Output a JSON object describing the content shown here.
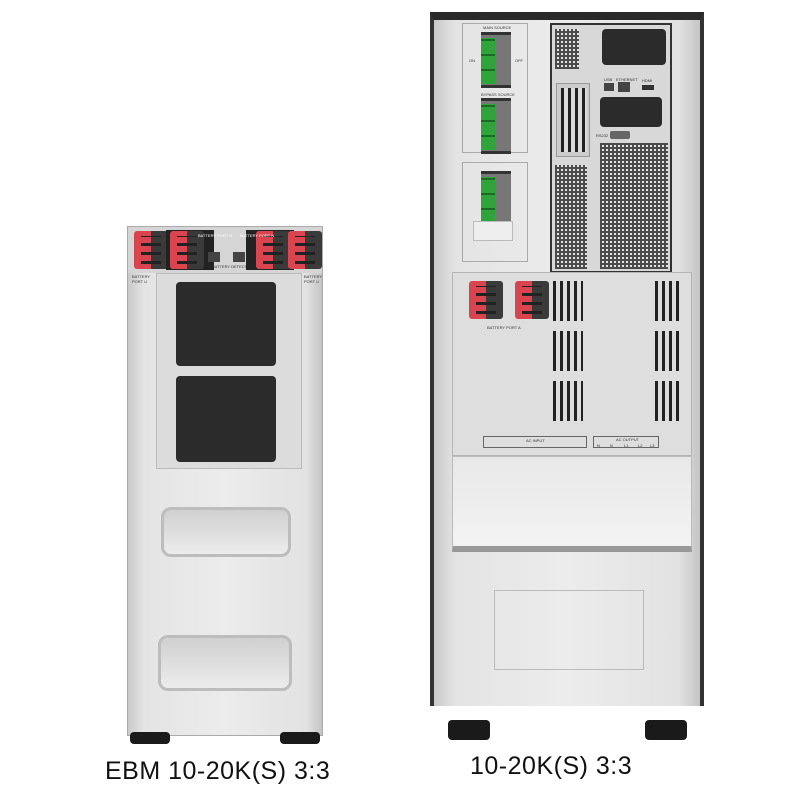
{
  "ebm": {
    "caption": "EBM 10-20K(S) 3:3",
    "labels": {
      "port_u": "BATTERY PORT U",
      "port_n": "BATTERY PORT N",
      "detect": "BATTERY DETECT"
    }
  },
  "ups": {
    "caption": "10-20K(S) 3:3",
    "breakers": {
      "main": "MAIN SOURCE",
      "bypass": "BYPASS SOURCE",
      "on": "ON",
      "off": "OFF"
    },
    "comms": {
      "usb": "USB",
      "ethernet": "ETHERNET",
      "rs232": "RS232",
      "hdmi": "HDMI"
    },
    "battery_port": "BATTERY PORT A",
    "ac_input": "AC INPUT",
    "ac_output": "AC OUTPUT",
    "ac_output_terminals": [
      "N",
      "N",
      "L1",
      "L2",
      "L3"
    ]
  },
  "colors": {
    "port_red": "#d9444f",
    "breaker_green": "#2fa43a"
  }
}
